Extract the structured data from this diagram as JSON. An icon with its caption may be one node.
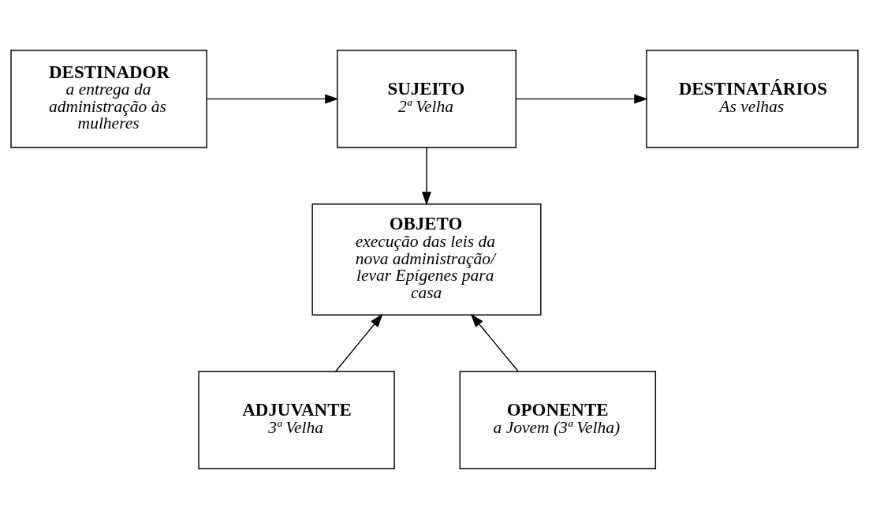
{
  "diagram": {
    "nodes": [
      {
        "text": [
          "DESTINADOR",
          "a entrega da administração às mulheres"
        ]
      },
      {
        "text": [
          "DESTINATÁRIOS",
          "As velhas"
        ]
      },
      {
        "text": [
          "SUJEITO",
          "2ª Velha"
        ]
      },
      {
        "text": [
          "OBJETO",
          "execução das leis da nova administração/ levar Epígenes para casa"
        ]
      },
      {
        "text": [
          "ADJUVANTE",
          "3ª Velha"
        ]
      },
      {
        "text": [
          "OPONENTE",
          "a Jovem (3ª Velha)"
        ]
      }
    ],
    "edges": [
      {
        "from": 0,
        "to": 2,
        "arrow": "to"
      },
      {
        "from": 2,
        "to": 1,
        "arrow": "to"
      },
      {
        "from": 2,
        "to": 3,
        "arrow": "to"
      },
      {
        "from": 4,
        "to": 3,
        "arrow": "to"
      },
      {
        "from": 5,
        "to": 3,
        "arrow": "to"
      }
    ]
  }
}
